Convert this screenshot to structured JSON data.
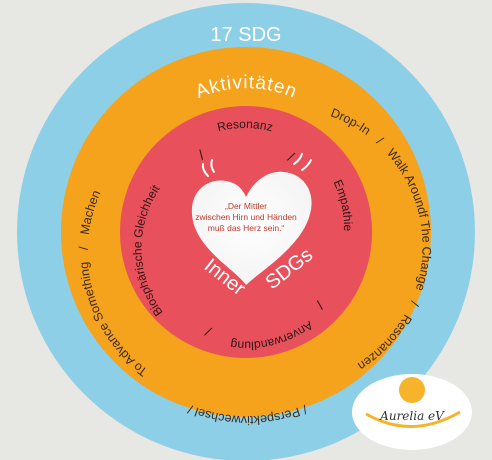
{
  "outer_ring": {
    "label": "17 SDG",
    "color": "#8ecfe8"
  },
  "middle_ring": {
    "title": "Aktivitäten",
    "color": "#f5a21c",
    "items_right": [
      "Drop-In",
      "Walk Aroundf The Change",
      "Resonanzen"
    ],
    "item_bottom": "Perspektivwechsel",
    "items_left": [
      "To Advance Something",
      "Machen"
    ]
  },
  "inner_ring": {
    "color": "#e8505b",
    "items": [
      "Resonanz",
      "Empathie",
      "Anverwandlung",
      "Biosphärische Gleichheit"
    ],
    "separator": "/"
  },
  "center": {
    "label_left": "Inner",
    "label_right": "SDGs",
    "quote_line1": "„Der Mittler",
    "quote_line2": "zwischen Hirn und Händen",
    "quote_line3": "muß das Herz sein.“"
  },
  "logo": {
    "text": "Aurelia eV"
  }
}
